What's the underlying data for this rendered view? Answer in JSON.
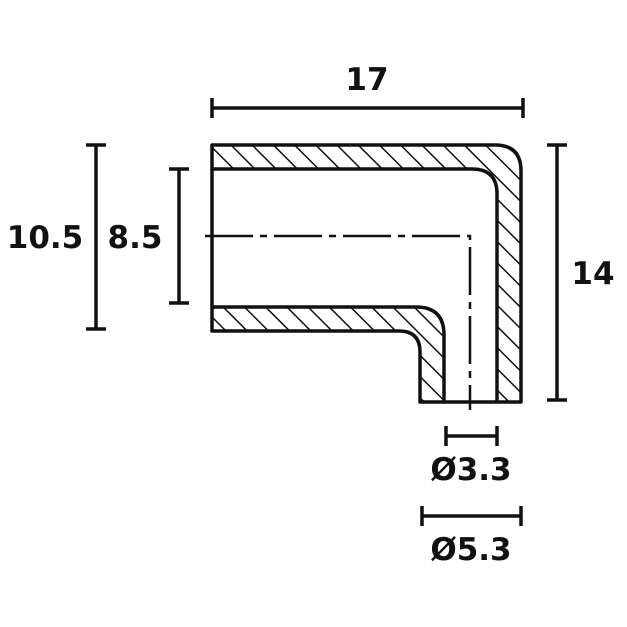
{
  "dimensions": {
    "top_width": "17",
    "outer_height_left": "10.5",
    "inner_height_left": "8.5",
    "right_height": "14",
    "inner_diameter": "Ø3.3",
    "outer_diameter": "Ø5.3"
  },
  "colors": {
    "stroke": "#111111",
    "background": "#ffffff"
  }
}
